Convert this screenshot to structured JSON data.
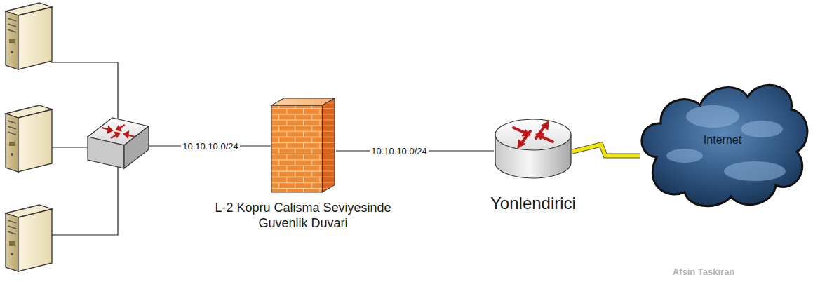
{
  "diagram": {
    "nodes": [
      {
        "text": [
          "L-2 Kopru Calisma Seviyesinde Guvenlik Duvari"
        ]
      },
      {
        "text": [
          "Yonlendirici"
        ]
      },
      {
        "text": [
          "Internet"
        ]
      }
    ],
    "edges": [
      {
        "from": 0,
        "to": 1,
        "arrow": "none",
        "label": "10.10.10.0/24"
      },
      {
        "from": 1,
        "to": 2,
        "arrow": "none"
      }
    ],
    "labels": [
      "10.10.10.0/24",
      "Afsin Taskiran"
    ]
  }
}
